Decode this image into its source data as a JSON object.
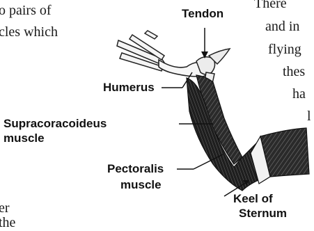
{
  "body_text": {
    "left_line_1": "o pairs of",
    "left_line_2": "cles which",
    "left_line_3": "er",
    "left_line_4": "the",
    "right_line_1": "There",
    "right_line_2": "and in",
    "right_line_3": "flying",
    "right_line_4": "thes",
    "right_line_5": "ha",
    "right_line_6": "l"
  },
  "labels": {
    "tendon": "Tendon",
    "humerus": "Humerus",
    "supracoracoideus_1": "Supracoracoideus",
    "supracoracoideus_2": "muscle",
    "pectoralis_1": "Pectoralis",
    "pectoralis_2": "muscle",
    "keel_1": "Keel of",
    "keel_2": "Sternum"
  }
}
